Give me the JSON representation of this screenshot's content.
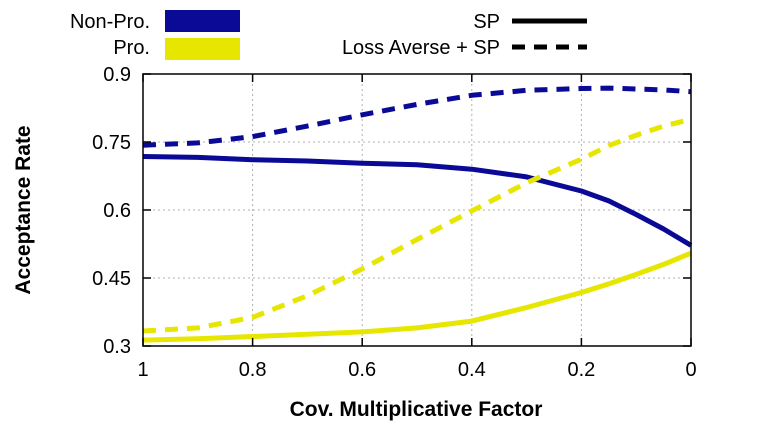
{
  "chart_data": {
    "type": "line",
    "xlabel": "Cov. Multiplicative Factor",
    "ylabel": "Acceptance Rate",
    "xlim": [
      1,
      0
    ],
    "ylim": [
      0.3,
      0.9
    ],
    "x_ticks": [
      1,
      0.8,
      0.6,
      0.4,
      0.2,
      0
    ],
    "y_ticks": [
      0.3,
      0.45,
      0.6,
      0.75,
      0.9
    ],
    "x_tick_labels": [
      "1",
      "0.8",
      "0.6",
      "0.4",
      "0.2",
      "0"
    ],
    "y_tick_labels": [
      "0.3",
      "0.45",
      "0.6",
      "0.75",
      "0.9"
    ],
    "grid": true,
    "legend": {
      "groups": [
        {
          "label": "Non-Pro.",
          "color": "#0a0a96"
        },
        {
          "label": "Pro.",
          "color": "#e6e600"
        }
      ],
      "styles": [
        {
          "label": "SP",
          "dash": "solid"
        },
        {
          "label": "Loss Averse + SP",
          "dash": "dashed"
        }
      ],
      "placement": "top"
    },
    "x": [
      1,
      0.9,
      0.8,
      0.7,
      0.6,
      0.5,
      0.4,
      0.3,
      0.2,
      0.15,
      0.1,
      0.05,
      0
    ],
    "series": [
      {
        "group": "Non-Pro.",
        "style": "SP",
        "color": "#0a0a96",
        "values": [
          0.718,
          0.716,
          0.711,
          0.708,
          0.703,
          0.7,
          0.69,
          0.673,
          0.642,
          0.62,
          0.59,
          0.558,
          0.522
        ]
      },
      {
        "group": "Non-Pro.",
        "style": "Loss Averse + SP",
        "color": "#0a0a96",
        "values": [
          0.743,
          0.748,
          0.762,
          0.785,
          0.81,
          0.833,
          0.853,
          0.864,
          0.868,
          0.869,
          0.867,
          0.865,
          0.861
        ]
      },
      {
        "group": "Pro.",
        "style": "SP",
        "color": "#e6e600",
        "values": [
          0.313,
          0.316,
          0.321,
          0.326,
          0.331,
          0.34,
          0.355,
          0.385,
          0.418,
          0.437,
          0.458,
          0.48,
          0.505
        ]
      },
      {
        "group": "Pro.",
        "style": "Loss Averse + SP",
        "color": "#e6e600",
        "values": [
          0.333,
          0.34,
          0.363,
          0.411,
          0.47,
          0.535,
          0.598,
          0.66,
          0.712,
          0.742,
          0.765,
          0.785,
          0.8
        ]
      }
    ]
  }
}
